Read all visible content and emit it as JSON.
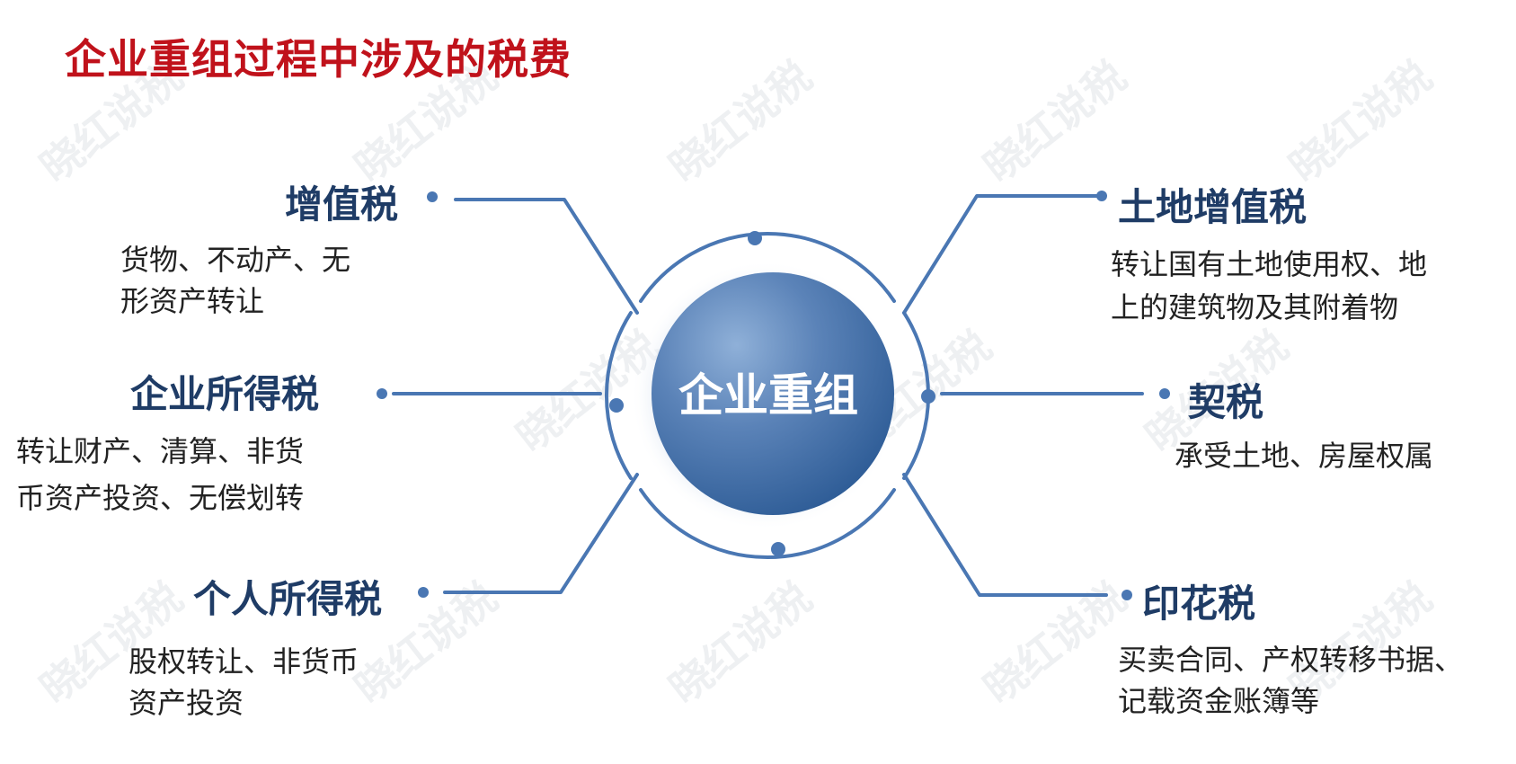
{
  "title": "企业重组过程中涉及的税费",
  "center": "企业重组",
  "watermark": "晓红说税",
  "colors": {
    "title": "#c0121b",
    "line": "#4a77b3",
    "node_title": "#1f3c66"
  },
  "taxes": [
    {
      "name": "增值税",
      "desc_lines": [
        "货物、不动产、无",
        "形资产转让"
      ]
    },
    {
      "name": "企业所得税",
      "desc_lines": [
        "转让财产、清算、非货",
        "币资产投资、无偿划转"
      ]
    },
    {
      "name": "个人所得税",
      "desc_lines": [
        "股权转让、非货币",
        "资产投资"
      ]
    },
    {
      "name": "土地增值税",
      "desc_lines": [
        "转让国有土地使用权、地",
        "上的建筑物及其附着物"
      ]
    },
    {
      "name": "契税",
      "desc_lines": [
        "承受土地、房屋权属"
      ]
    },
    {
      "name": "印花税",
      "desc_lines": [
        "买卖合同、产权转移书据、",
        "记载资金账簿等"
      ]
    }
  ]
}
